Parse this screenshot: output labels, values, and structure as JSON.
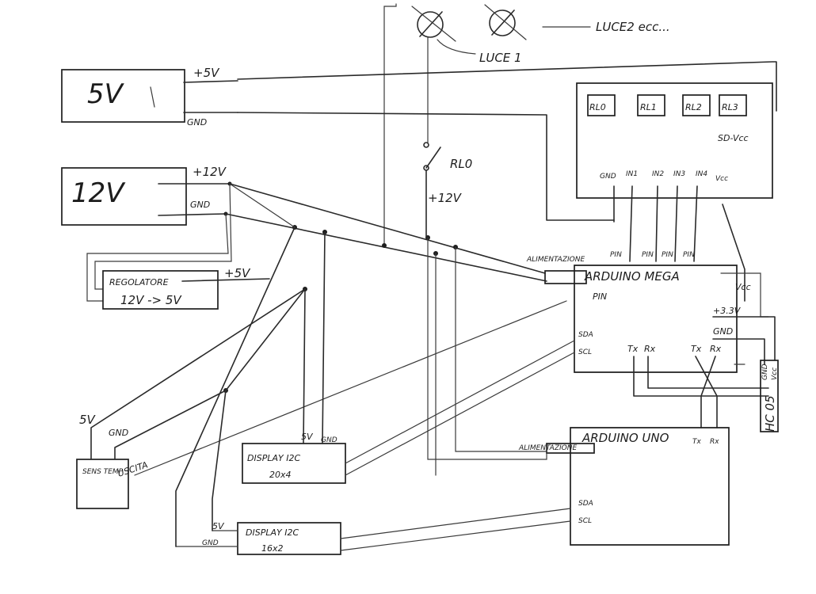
{
  "lamps": {
    "label1": "LUCE 1",
    "label2": "LUCE2   ecc..."
  },
  "supply5v": {
    "name": "5V",
    "pos": "+5V",
    "gnd": "GND"
  },
  "supply12v": {
    "name": "12V",
    "pos": "+12V",
    "gnd": "GND"
  },
  "regulator": {
    "title": "REGOLATORE",
    "desc": "12V -> 5V",
    "out": "+5V"
  },
  "relay_board": {
    "relays": [
      "RL0",
      "RL1",
      "RL2",
      "RL3"
    ],
    "sd_vcc": "SD-Vcc",
    "pins": [
      "GND",
      "IN1",
      "IN2",
      "IN3",
      "IN4",
      "Vcc"
    ]
  },
  "relay_switch": {
    "name": "RL0",
    "supply": "+12V"
  },
  "mega": {
    "title": "ARDUINO MEGA",
    "power_label": "ALIMENTAZIONE",
    "pin_labels": [
      "PIN",
      "PIN",
      "PIN",
      "PIN"
    ],
    "pin_in": "PIN",
    "sda": "SDA",
    "scl": "SCL",
    "tx1": "Tx",
    "rx1": "Rx",
    "tx2": "Tx",
    "rx2": "Rx",
    "vcc": "Vcc",
    "v33": "+3.3V",
    "gnd": "GND"
  },
  "hc05": {
    "name": "HC 05",
    "gnd": "GND",
    "vcc": "Vcc"
  },
  "uno": {
    "title": "ARDUINO UNO",
    "power_label": "ALIMENTAZIONE",
    "tx": "Tx",
    "rx": "Rx",
    "sda": "SDA",
    "scl": "SCL"
  },
  "sensor": {
    "name": "SENS TEMP",
    "v5": "5V",
    "gnd": "GND",
    "out": "USCITA"
  },
  "display20": {
    "name": "DISPLAY I2C",
    "size": "20x4",
    "v5": "5V",
    "gnd": "GND"
  },
  "display16": {
    "name": "DISPLAY I2C",
    "size": "16x2",
    "v5": "5V",
    "gnd": "GND"
  }
}
